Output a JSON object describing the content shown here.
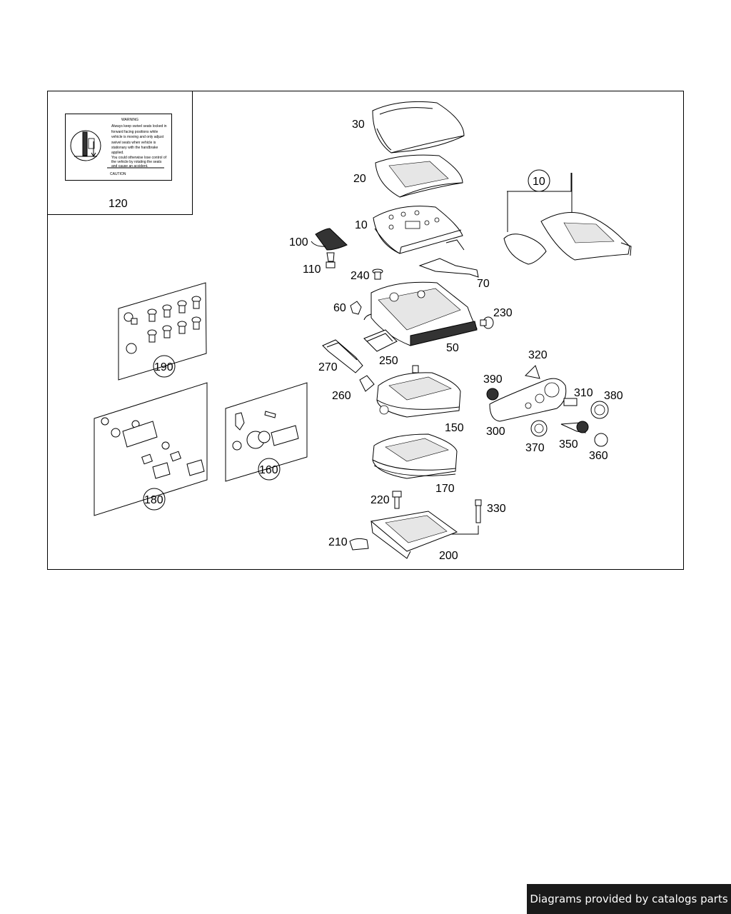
{
  "callouts": {
    "c10": "10",
    "c10b": "10",
    "c20": "20",
    "c30": "30",
    "c50": "50",
    "c60": "60",
    "c70": "70",
    "c100": "100",
    "c110": "110",
    "c120": "120",
    "c150": "150",
    "c160": "160",
    "c170": "170",
    "c180": "180",
    "c190": "190",
    "c200": "200",
    "c210": "210",
    "c220": "220",
    "c230": "230",
    "c240": "240",
    "c250": "250",
    "c260": "260",
    "c270": "270",
    "c300": "300",
    "c310": "310",
    "c320": "320",
    "c330": "330",
    "c350": "350",
    "c360": "360",
    "c370": "370",
    "c380": "380",
    "c390": "390"
  },
  "warning_label": {
    "heading": "WARNING",
    "lines": [
      "Always keep swivel seats locked in",
      "forward facing positions while",
      "vehicle is moving and only adjust",
      "swivel seats when vehicle is",
      "stationary with the handbrake",
      "applied.",
      "You could otherwise lose control of",
      "the vehicle by rotating the seats",
      "and cause an accident."
    ],
    "footer": "CAUTION"
  },
  "footer": {
    "credit": "Diagrams provided by catalogs parts"
  }
}
